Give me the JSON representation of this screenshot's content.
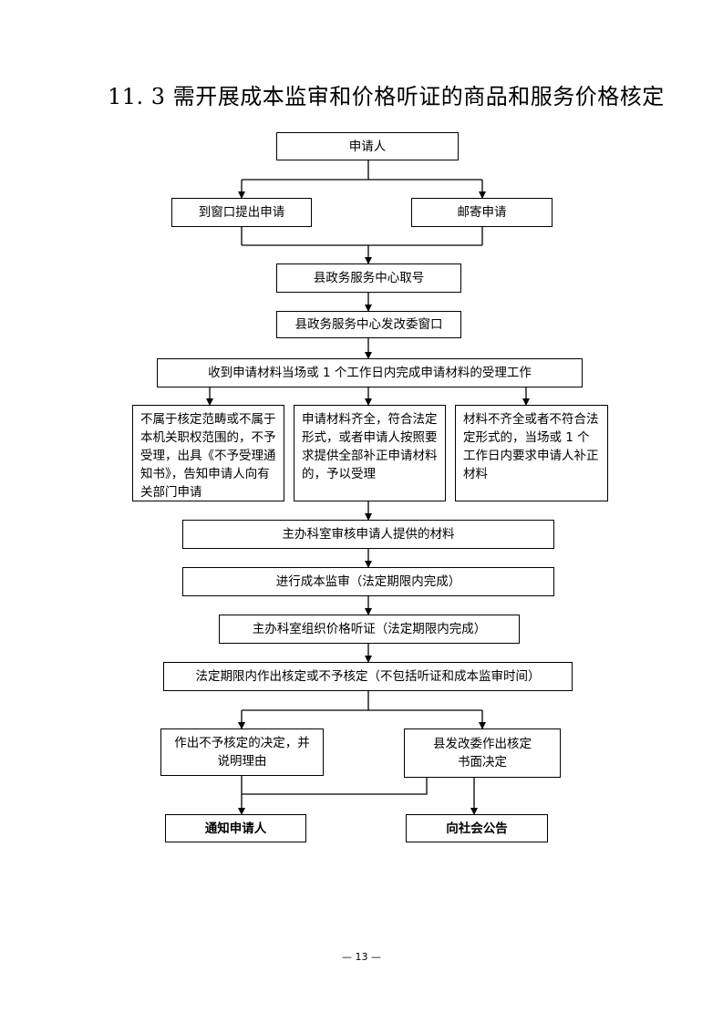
{
  "title": "11. 3 需开展成本监审和价格听证的商品和服务价格核定",
  "nodes": {
    "applicant": "申请人",
    "window_apply": "到窗口提出申请",
    "mail_apply": "邮寄申请",
    "take_number": "县政务服务中心取号",
    "ndrc_window": "县政务服务中心发改委窗口",
    "acceptance": "收到申请材料当场或 1 个工作日内完成申请材料的受理工作",
    "not_accepted": "不属于核定范畴或不属于本机关职权范围的，不予受理，出具《不予受理通知书》，告知申请人向有关部门申请",
    "accepted": "申请材料齐全，符合法定形式，或者申请人按照要求提供全部补正申请材料的，予以受理",
    "supplement": "材料不齐全或者不符合法定形式的，当场或 1 个工作日内要求申请人补正材料",
    "review": "主办科室审核申请人提供的材料",
    "cost_audit": "进行成本监审（法定期限内完成）",
    "hearing": "主办科室组织价格听证（法定期限内完成）",
    "decision": "法定期限内作出核定或不予核定（不包括听证和成本监审时间）",
    "reject_line1": "作出不予核定的决定，并",
    "reject_line2": "说明理由",
    "approve_line1": "县发改委作出核定",
    "approve_line2": "书面决定",
    "notify": "通知申请人",
    "announce": "向社会公告"
  },
  "page_number": "— 13 —"
}
